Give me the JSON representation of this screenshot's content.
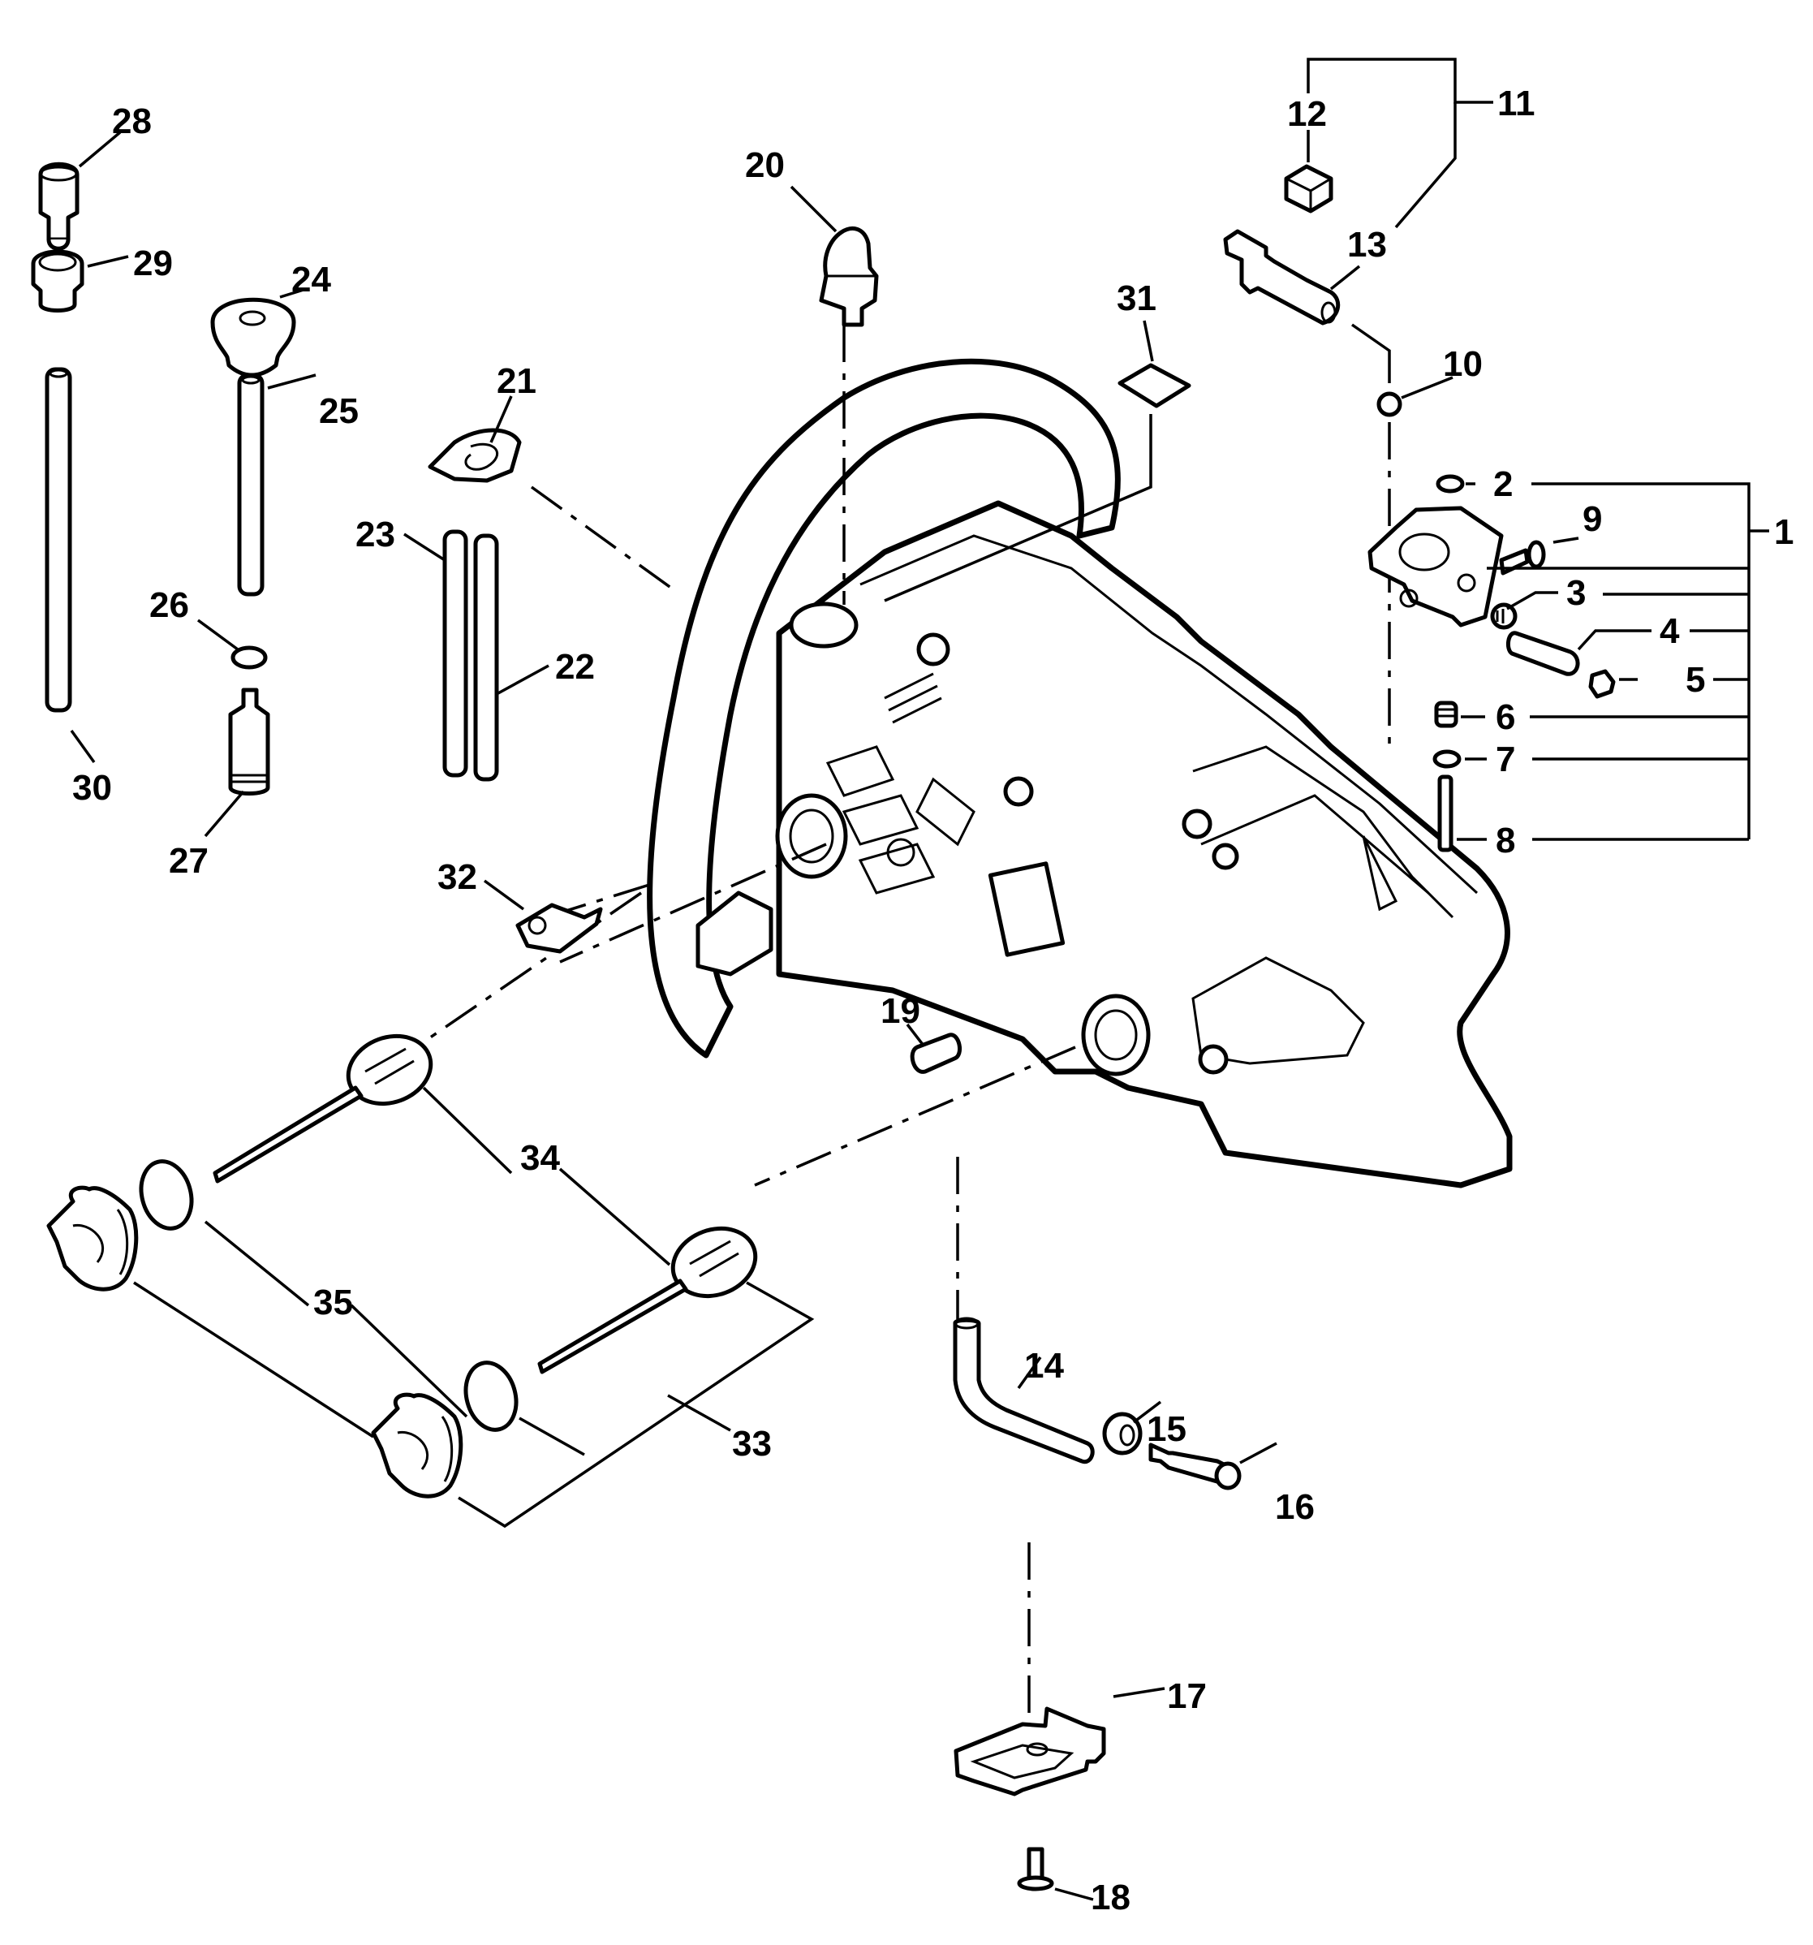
{
  "diagram": {
    "title": "Chainsaw rear handle / oil pump exploded parts diagram",
    "ink_color": "#000000",
    "background_color": "#ffffff",
    "callouts": [
      {
        "id": "1",
        "label": "1",
        "part": "oil pump assembly (group)"
      },
      {
        "id": "2",
        "label": "2",
        "part": "e-clip"
      },
      {
        "id": "3",
        "label": "3",
        "part": "spring"
      },
      {
        "id": "4",
        "label": "4",
        "part": "adjusting screw"
      },
      {
        "id": "5",
        "label": "5",
        "part": "cap"
      },
      {
        "id": "6",
        "label": "6",
        "part": "spring"
      },
      {
        "id": "7",
        "label": "7",
        "part": "e-clip"
      },
      {
        "id": "8",
        "label": "8",
        "part": "pin"
      },
      {
        "id": "9",
        "label": "9",
        "part": "screw"
      },
      {
        "id": "10",
        "label": "10",
        "part": "clip"
      },
      {
        "id": "11",
        "label": "11",
        "part": "lever assembly (group)"
      },
      {
        "id": "12",
        "label": "12",
        "part": "cushion"
      },
      {
        "id": "13",
        "label": "13",
        "part": "lever"
      },
      {
        "id": "14",
        "label": "14",
        "part": "oil hose"
      },
      {
        "id": "15",
        "label": "15",
        "part": "grommet"
      },
      {
        "id": "16",
        "label": "16",
        "part": "oil filter"
      },
      {
        "id": "17",
        "label": "17",
        "part": "bottom plate"
      },
      {
        "id": "18",
        "label": "18",
        "part": "screw"
      },
      {
        "id": "19",
        "label": "19",
        "part": "pin"
      },
      {
        "id": "20",
        "label": "20",
        "part": "primer bulb"
      },
      {
        "id": "21",
        "label": "21",
        "part": "grommet"
      },
      {
        "id": "22",
        "label": "22",
        "part": "fuel pipe"
      },
      {
        "id": "23",
        "label": "23",
        "part": "fuel pipe"
      },
      {
        "id": "24",
        "label": "24",
        "part": "grommet"
      },
      {
        "id": "25",
        "label": "25",
        "part": "fuel hose"
      },
      {
        "id": "26",
        "label": "26",
        "part": "clamp"
      },
      {
        "id": "27",
        "label": "27",
        "part": "fuel filter"
      },
      {
        "id": "28",
        "label": "28",
        "part": "check valve"
      },
      {
        "id": "29",
        "label": "29",
        "part": "grommet"
      },
      {
        "id": "30",
        "label": "30",
        "part": "fuel pipe"
      },
      {
        "id": "31",
        "label": "31",
        "part": "label"
      },
      {
        "id": "32",
        "label": "32",
        "part": "plate"
      },
      {
        "id": "33",
        "label": "33",
        "part": "tank cap assembly (group)"
      },
      {
        "id": "34",
        "label": "34",
        "part": "strap"
      },
      {
        "id": "35",
        "label": "35",
        "part": "o-ring"
      }
    ]
  }
}
